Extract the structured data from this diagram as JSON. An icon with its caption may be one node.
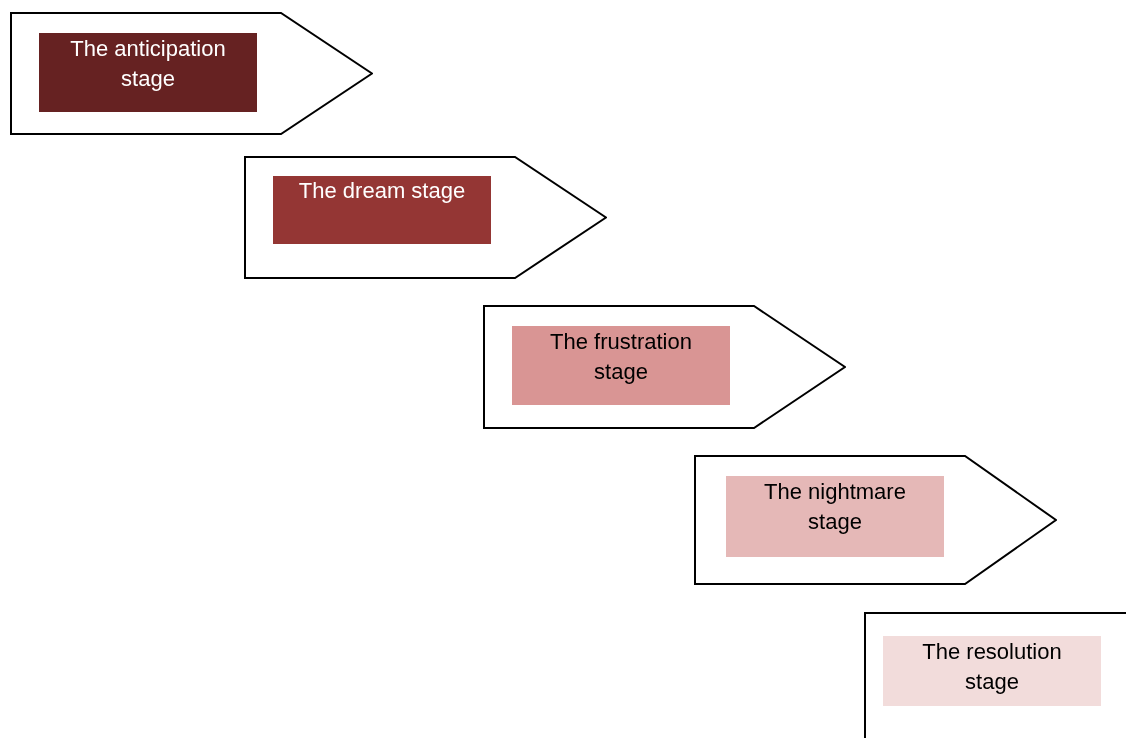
{
  "diagram": {
    "nodes": [
      {
        "text": [],
        "shape": "pentagon"
      },
      {
        "text": [
          "The anticipation stage"
        ],
        "in": 0
      },
      {
        "text": [],
        "shape": "pentagon"
      },
      {
        "text": [
          "The dream stage"
        ],
        "in": 2
      },
      {
        "text": [],
        "shape": "pentagon"
      },
      {
        "text": [
          "The frustration stage"
        ],
        "in": 4
      },
      {
        "text": [],
        "shape": "pentagon"
      },
      {
        "text": [
          "The nightmare stage"
        ],
        "in": 6
      },
      {
        "text": [],
        "shape": "pentagon"
      },
      {
        "text": [
          "The resolution stage"
        ],
        "in": 8
      }
    ]
  }
}
